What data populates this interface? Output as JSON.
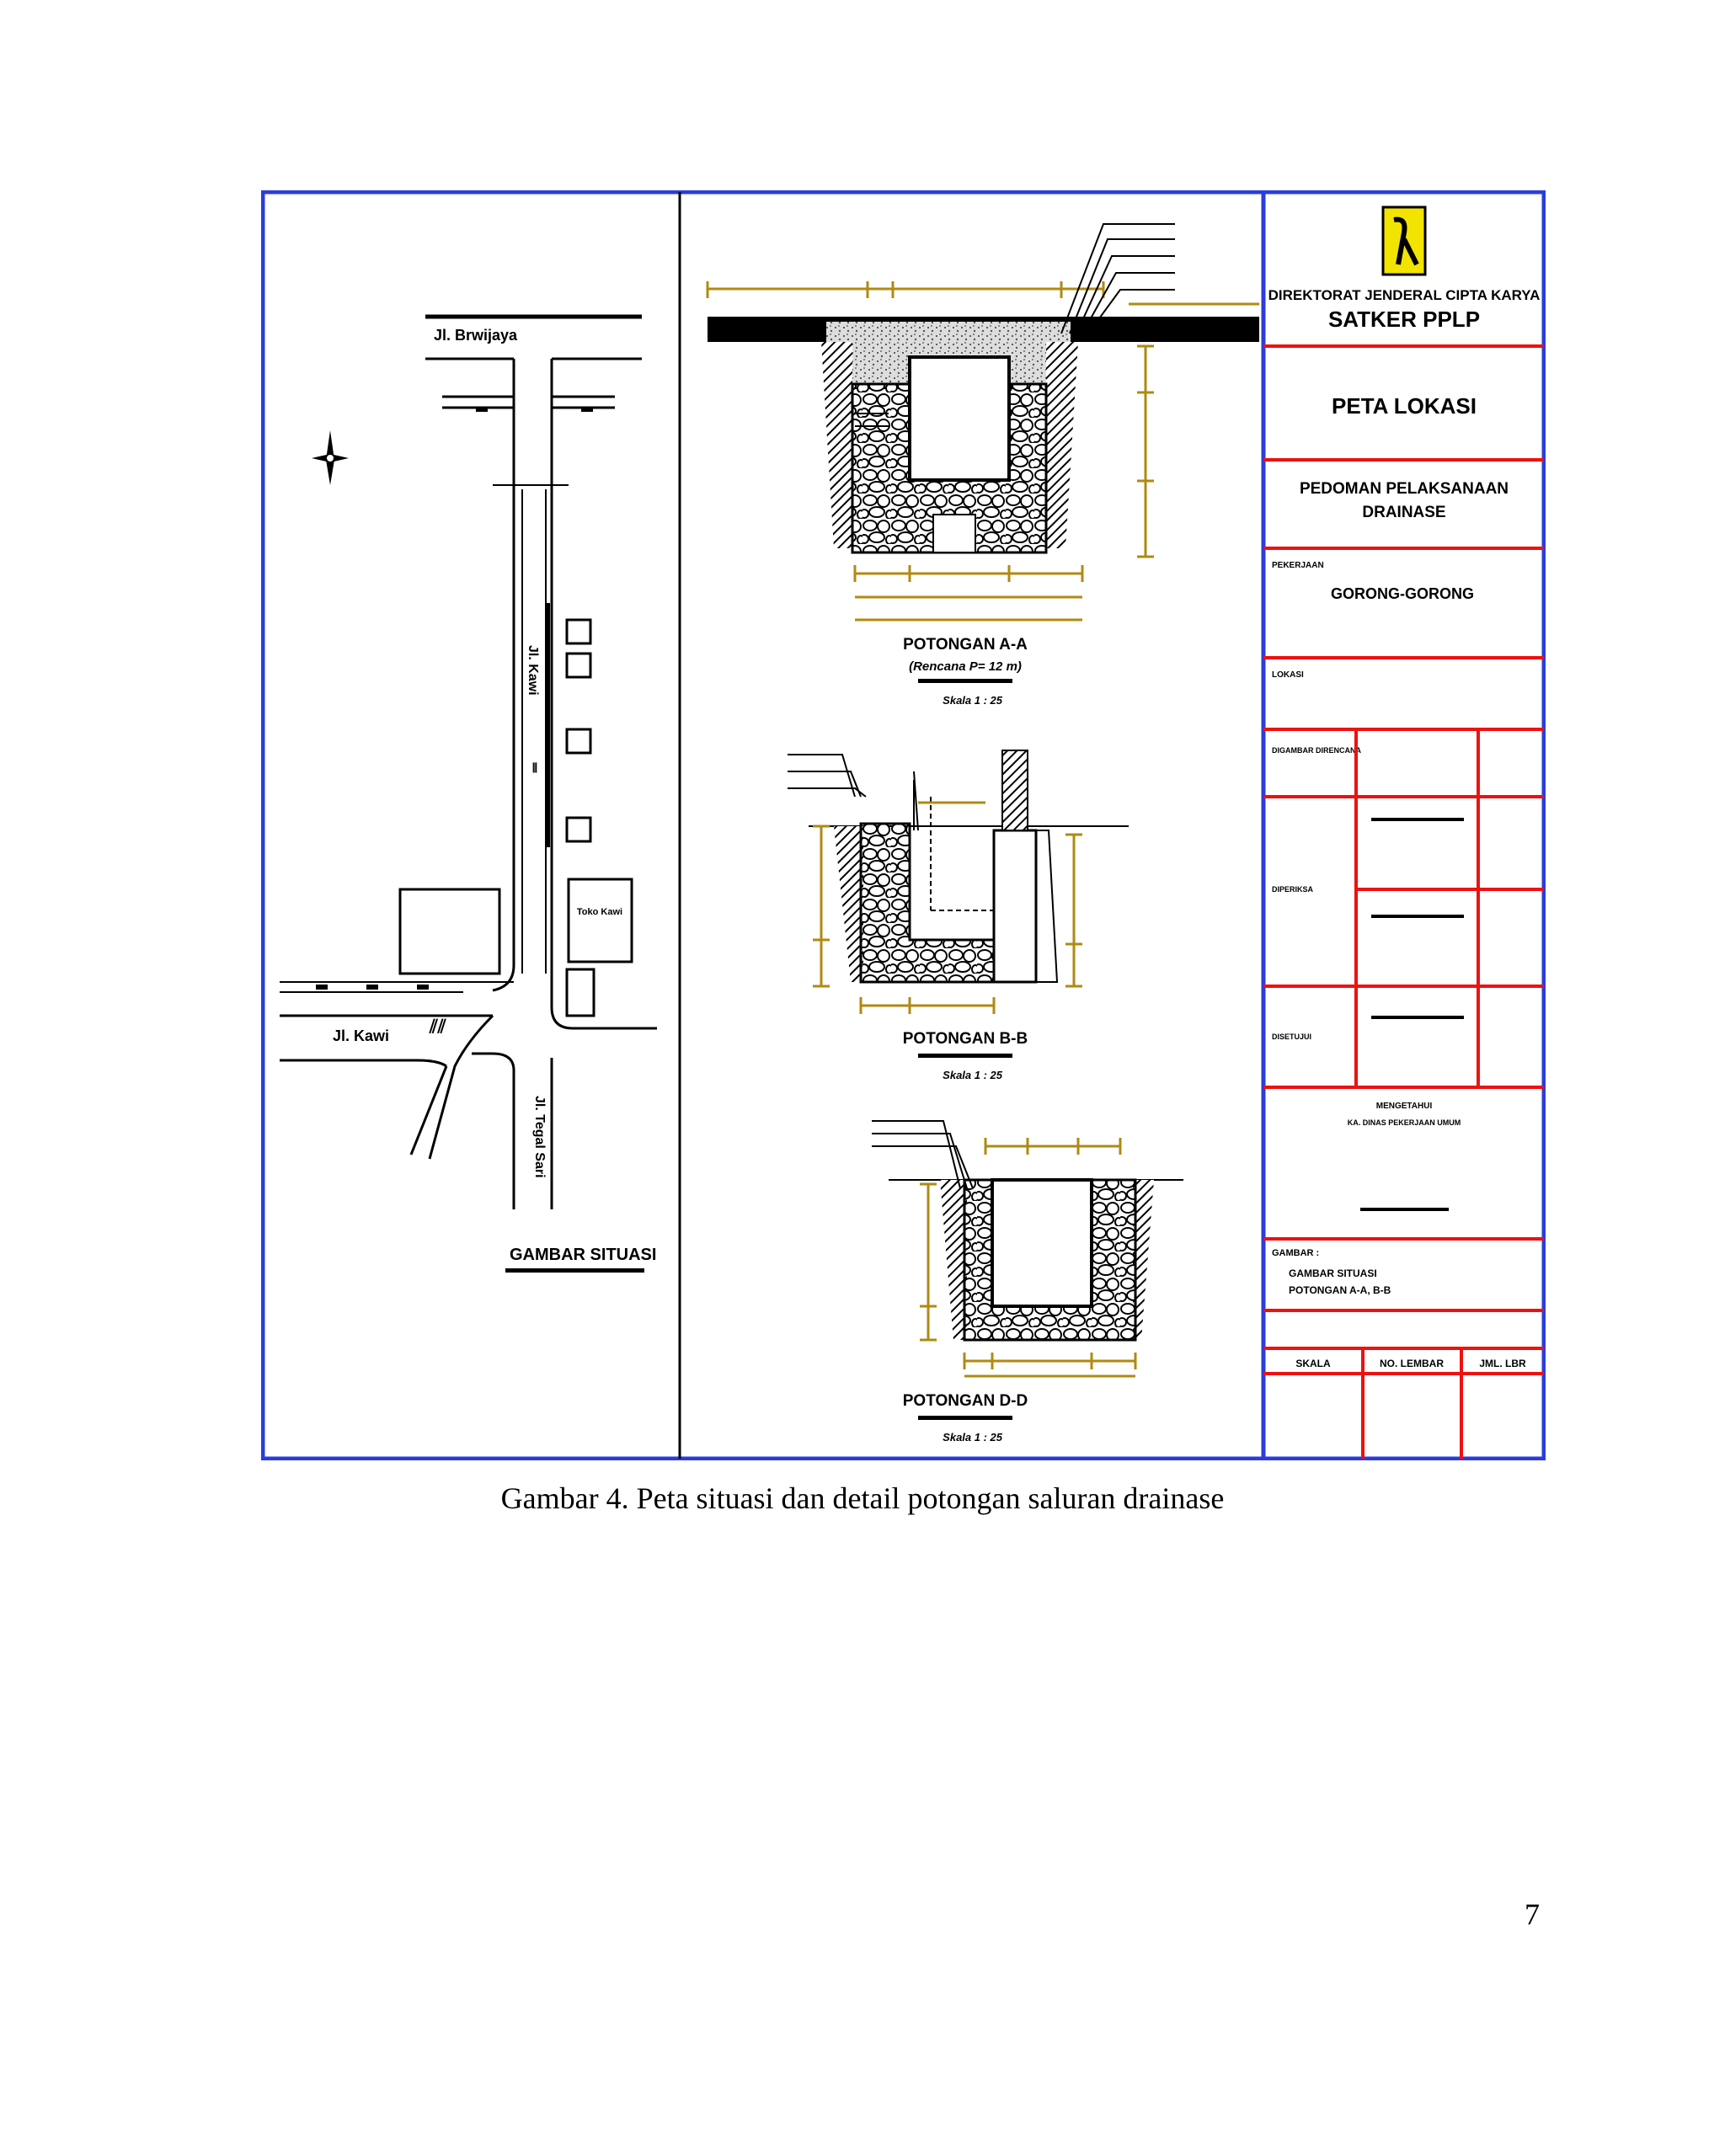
{
  "caption": "Gambar 4. Peta situasi dan detail potongan saluran drainase",
  "page_number": "7",
  "colors": {
    "frame": "#2a3ddc",
    "grid": "#ee1111",
    "dimension": "#b08a12",
    "logo_yellow": "#f2e400"
  },
  "situation_map": {
    "street_top": "Jl. Brwijaya",
    "street_left": "Jl. Kawi",
    "street_main": "Jl. Kawi",
    "street_bottom": "Jl. Tegal Sari",
    "building_label": "Toko Kawi",
    "title": "GAMBAR SITUASI"
  },
  "sections": [
    {
      "title": "POTONGAN A-A",
      "subtitle": "(Rencana P= 12 m)",
      "scale": "Skala 1 : 25"
    },
    {
      "title": "POTONGAN B-B",
      "scale": "Skala 1 : 25"
    },
    {
      "title": "POTONGAN D-D",
      "scale": "Skala 1 : 25"
    }
  ],
  "title_block": {
    "org1": "DIREKTORAT JENDERAL CIPTA KARYA",
    "org2": "SATKER PPLP",
    "sheet_title": "PETA LOKASI",
    "project": "PEDOMAN PELAKSANAAN DRAINASE",
    "pekerjaan_label": "PEKERJAAN",
    "pekerjaan_value": "GORONG-GORONG",
    "lokasi_label": "LOKASI",
    "digambar_label": "DIGAMBAR DIRENCANA",
    "diperiksa_label": "DIPERIKSA",
    "disetujui_label": "DISETUJUI",
    "mengetahui": "MENGETAHUI",
    "mengetahui_role": "KA. DINAS PEKERJAAN UMUM",
    "gambar_label": "GAMBAR :",
    "gambar_value1": "GAMBAR SITUASI",
    "gambar_value2": "POTONGAN A-A, B-B",
    "skala": "SKALA",
    "no_lembar": "NO. LEMBAR",
    "jml_lbr": "JML. LBR"
  }
}
